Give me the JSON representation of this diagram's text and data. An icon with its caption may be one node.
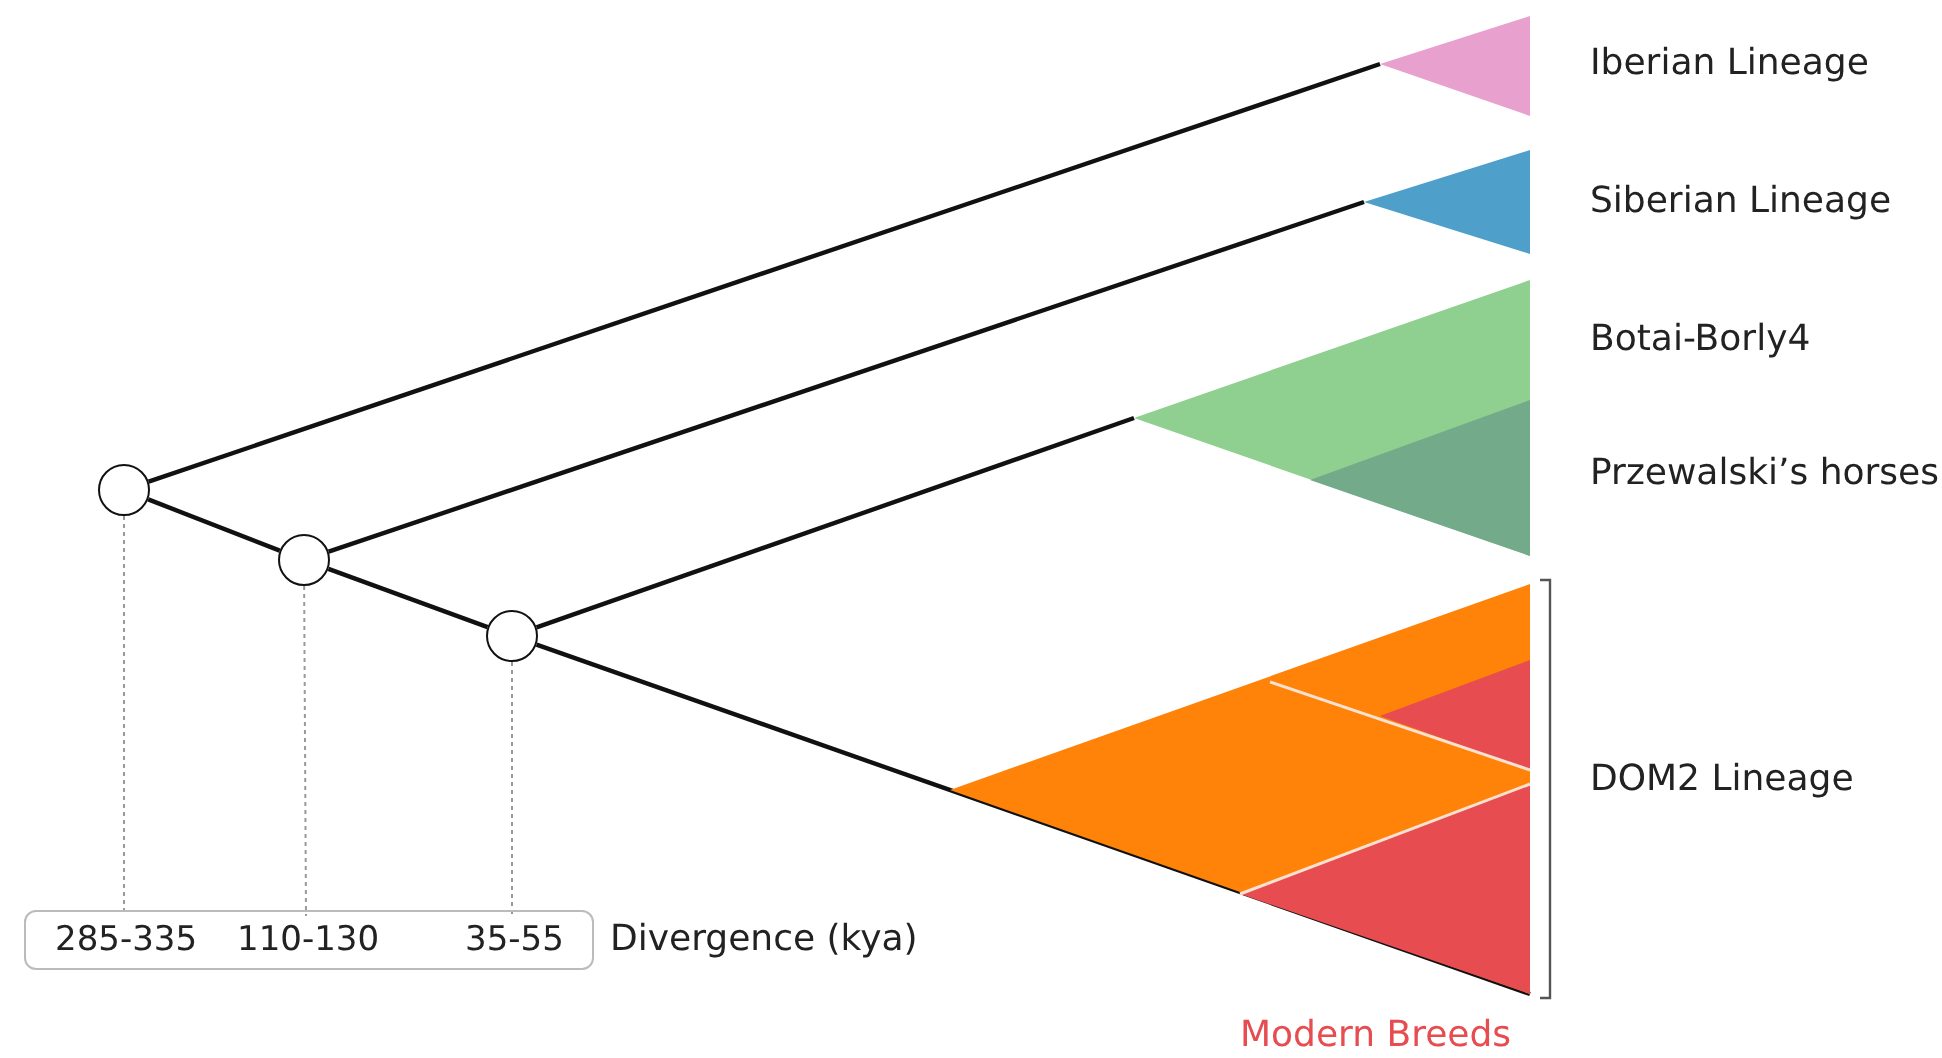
{
  "diagram": {
    "nodes": [
      {
        "text": [],
        "shape": "circle"
      },
      {
        "text": [],
        "shape": "circle"
      },
      {
        "text": [],
        "shape": "circle"
      },
      {
        "text": [
          "Iberian Lineage"
        ]
      },
      {
        "text": [
          "Siberian Lineage"
        ]
      },
      {
        "text": [
          "Botai-Borly4"
        ]
      },
      {
        "text": [
          "Przewalski’s horses"
        ],
        "in": 5
      },
      {
        "text": [
          "DOM2 Lineage"
        ],
        "beside": [
          "Modern Breeds"
        ]
      },
      {
        "text": [],
        "shape": "box",
        "beside": [
          "Divergence (kya)"
        ]
      },
      {
        "text": [
          "285-335"
        ],
        "in": 8
      },
      {
        "text": [
          "110-130"
        ],
        "in": 8
      },
      {
        "text": [
          "35-55"
        ],
        "in": 8
      }
    ],
    "edges": [
      {
        "from": 0,
        "to": 3,
        "arrow": "none"
      },
      {
        "from": 0,
        "to": 1,
        "arrow": "none"
      },
      {
        "from": 1,
        "to": 4,
        "arrow": "none"
      },
      {
        "from": 1,
        "to": 2,
        "arrow": "none"
      },
      {
        "from": 2,
        "to": 5,
        "arrow": "none"
      },
      {
        "from": 2,
        "to": 7,
        "arrow": "none"
      },
      {
        "from": 0,
        "to": 9,
        "arrow": "none",
        "style": "dashed",
        "color": "#999999"
      },
      {
        "from": 1,
        "to": 10,
        "arrow": "none",
        "style": "dashed",
        "color": "#999999"
      },
      {
        "from": 2,
        "to": 11,
        "arrow": "none",
        "style": "dashed",
        "color": "#999999"
      }
    ]
  }
}
